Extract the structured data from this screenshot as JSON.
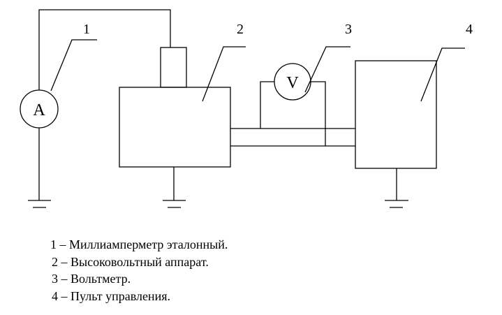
{
  "diagram": {
    "meters": {
      "ammeter_letter": "A",
      "voltmeter_letter": "V"
    },
    "callouts": [
      "1",
      "2",
      "3",
      "4"
    ]
  },
  "legend": [
    {
      "num": "1",
      "dash": "–",
      "text": "Миллиамперметр эталонный."
    },
    {
      "num": "2",
      "dash": "–",
      "text": "Высоковольтный аппарат."
    },
    {
      "num": "3",
      "dash": "–",
      "text": "Вольтметр."
    },
    {
      "num": "4",
      "dash": "–",
      "text": "Пульт управления."
    }
  ]
}
